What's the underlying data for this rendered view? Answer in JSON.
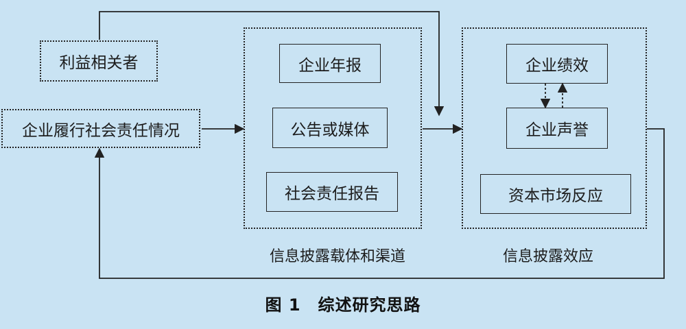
{
  "stakeholders": "利益相关者",
  "csr_status": "企业履行社会责任情况",
  "carriers": {
    "title": "信息披露载体和渠道",
    "items": [
      "企业年报",
      "公告或媒体",
      "社会责任报告"
    ]
  },
  "effects": {
    "title": "信息披露效应",
    "performance": "企业绩效",
    "reputation": "企业声誉",
    "market": "资本市场反应"
  },
  "caption": "图 1　综述研究思路"
}
